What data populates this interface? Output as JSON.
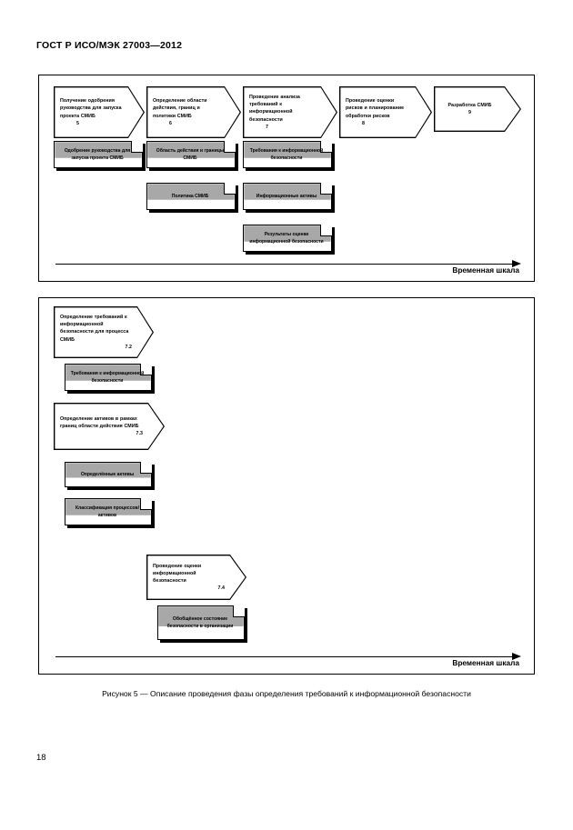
{
  "document": {
    "header": "ГОСТ Р ИСО/МЭК 27003—2012",
    "page_number": "18",
    "caption": "Рисунок 5 — Описание проведения фазы определения требований к информационной безопасности"
  },
  "timeline_label": "Временная шкала",
  "top_diagram": {
    "phases": [
      {
        "text": "Получение одобрения руководства для запуска проекта СМИБ",
        "clause": "5"
      },
      {
        "text": "Определение области действия, границ и политики СМИБ",
        "clause": "6"
      },
      {
        "text": "Проведение анализа требований к информационной безопасности",
        "clause": "7"
      },
      {
        "text": "Проведение оценки рисков и планирование обработки рисков",
        "clause": "8"
      },
      {
        "text": "Разработка СМИБ",
        "clause": "9"
      }
    ],
    "outputs": [
      {
        "text": "Одобрение руководства для запуска проекта СМИБ"
      },
      {
        "text": "Область действия и границы СМИБ"
      },
      {
        "text": "Политика СМИБ"
      },
      {
        "text": "Требования к информационной безопасности"
      },
      {
        "text": "Информационные активы"
      },
      {
        "text": "Результаты оценки информационной безопасности"
      }
    ]
  },
  "bottom_diagram": {
    "steps": [
      {
        "text": "Определение требований к информационной безопасности для процесса СМИБ",
        "clause": "7.2"
      },
      {
        "text": "Определение активов в рамках границ области действия СМИБ",
        "clause": "7.3"
      },
      {
        "text": "Проведение оценки информационной безопасности",
        "clause": "7.4"
      }
    ],
    "outputs": [
      {
        "text": "Требования к информационной безопасности"
      },
      {
        "text": "Определённые активы"
      },
      {
        "text": "Классификация процессов/активов"
      },
      {
        "text": "Обобщённое состояние безопасности в организации"
      }
    ]
  }
}
